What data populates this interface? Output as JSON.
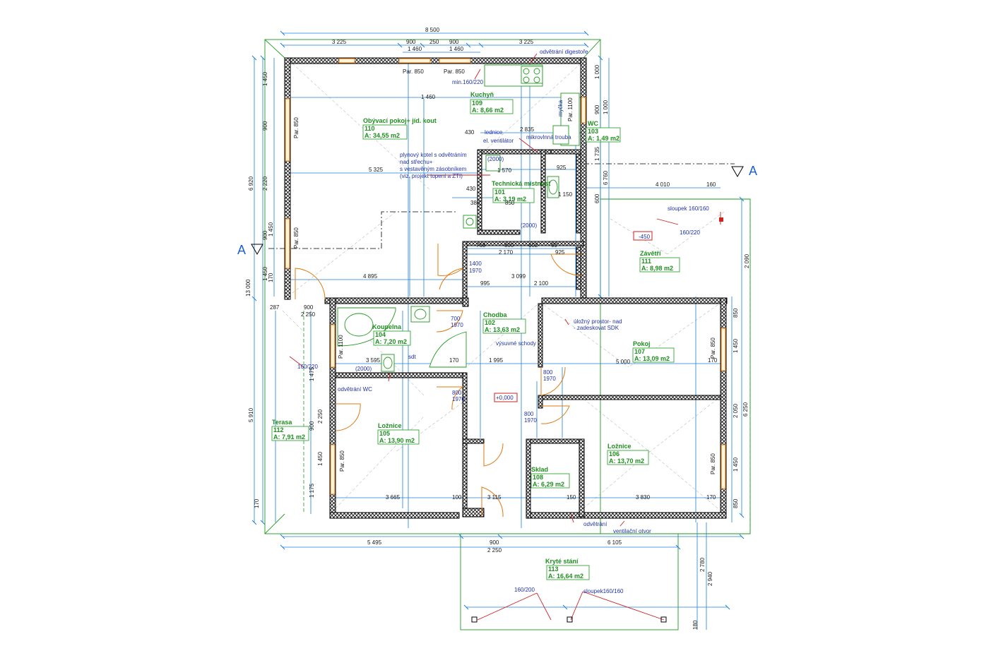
{
  "overall_width": "8 500",
  "top_dims": [
    "3 225",
    "900",
    "250",
    "900",
    "3 225"
  ],
  "top_dims2": [
    "1 460",
    "1 460"
  ],
  "bottom_dims": [
    "5 495",
    "900",
    "6 105"
  ],
  "bottom_dims2": "2 250",
  "left_dims": [
    "6 920",
    "13 000",
    "5 910"
  ],
  "left_dims_small": [
    "1 450",
    "900",
    "2 220",
    "1 450",
    "900",
    "1 450",
    "170",
    "1 475",
    "2 250",
    "900",
    "1 450",
    "1 175",
    "170"
  ],
  "right_dims": [
    "1 000",
    "900",
    "1 000",
    "1 735",
    "6 760",
    "600",
    "2 090",
    "850",
    "1 450",
    "6 250",
    "2 050",
    "1 450",
    "850",
    "2 780",
    "2 940",
    "180"
  ],
  "horizontal_dims_inner": [
    "5 325",
    "4 895",
    "995",
    "3 099",
    "2 100",
    "4 010",
    "160",
    "2 835",
    "768",
    "800",
    "602",
    "69",
    "925",
    "2 170",
    "925",
    "3 595",
    "170",
    "1 995",
    "5 000",
    "170",
    "3 665",
    "100",
    "3 115",
    "150",
    "3 830",
    "170",
    "287",
    "900",
    "2 250",
    "1 570",
    "1 150",
    "850",
    "430",
    "430",
    "380",
    "1 460"
  ],
  "rooms": [
    {
      "name": "Obývací pokoj+ jíd. kout",
      "num": "110",
      "area": "A: 34,55 m2"
    },
    {
      "name": "Kuchyň",
      "num": "109",
      "area": "A: 8,66 m2"
    },
    {
      "name": "WC",
      "num": "103",
      "area": "A: 1,49 m2"
    },
    {
      "name": "Technická místnost",
      "num": "101",
      "area": "A: 3,19 m2"
    },
    {
      "name": "Závětří",
      "num": "111",
      "area": "A: 8,98 m2"
    },
    {
      "name": "Koupelna",
      "num": "104",
      "area": "A: 7,20 m2"
    },
    {
      "name": "Chodba",
      "num": "102",
      "area": "A: 13,63 m2"
    },
    {
      "name": "Pokoj",
      "num": "107",
      "area": "A: 13,09 m2"
    },
    {
      "name": "Terasa",
      "num": "112",
      "area": "A: 7,91 m2"
    },
    {
      "name": "Ložnice",
      "num": "105",
      "area": "A: 13,90 m2"
    },
    {
      "name": "Ložnice",
      "num": "106",
      "area": "A: 13,70 m2"
    },
    {
      "name": "Sklad",
      "num": "108",
      "area": "A: 6,29 m2"
    },
    {
      "name": "Kryté stání",
      "num": "113",
      "area": "A: 16,64 m2"
    }
  ],
  "notes": {
    "digestore": "odvětrání digestoře",
    "min": "min.160/220",
    "lednice": "lednice",
    "ventilator": "el. ventilátor",
    "mikrovlnna": "mikrovlnná trouba",
    "myčka": "myčka",
    "kotel1": "plynový kotel s odvětráním",
    "kotel2": "nad střechu+",
    "kotel3": "s vestavěným zásobníkem",
    "kotel4": "(viz. projekt topení a ZTI)",
    "sloupek": "sloupek 160/160",
    "sloupek2": "sloupek160/160",
    "s160_220": "160/220",
    "s160_220b": "160/220",
    "s160_200": "160/200",
    "level_minus": "-450",
    "level_zero": "+0,000",
    "ulozny1": "úložný prostor- nad",
    "ulozny2": "- zadeskovat SDK",
    "vysuvne": "výsuvné schody",
    "odvetrani_wc": "odvětrání WC",
    "odvetrani": "odvětrání",
    "sdik": "sdt",
    "ventilace": "ventilační otvor",
    "p2000a": "(2000)",
    "p2000b": "(2000)",
    "p2000c": "(2000)",
    "par850_1": "Par. 850",
    "par850_2": "Par. 850",
    "par850_3": "Par. 850",
    "par850_4": "Par. 850",
    "par850_5": "Par. 850",
    "par850_6": "Par. 850",
    "par850_7": "Par. 850",
    "par1100": "Par. 1100",
    "par1100b": "Par. 1100",
    "d1400": "1400",
    "d1970": "1970",
    "d700": "700",
    "d1970b": "1970",
    "d800a": "800",
    "d1970c": "1970",
    "d800b": "800",
    "d1970d": "1970",
    "d800c": "800",
    "d1970e": "1970"
  },
  "section": {
    "left": "A",
    "right": "A"
  },
  "colors": {
    "dimension": "#1f7fd6",
    "room_label": "#1e8f1e",
    "note": "#2233aa",
    "leader": "#cc2222",
    "opening": "#e07a10"
  }
}
